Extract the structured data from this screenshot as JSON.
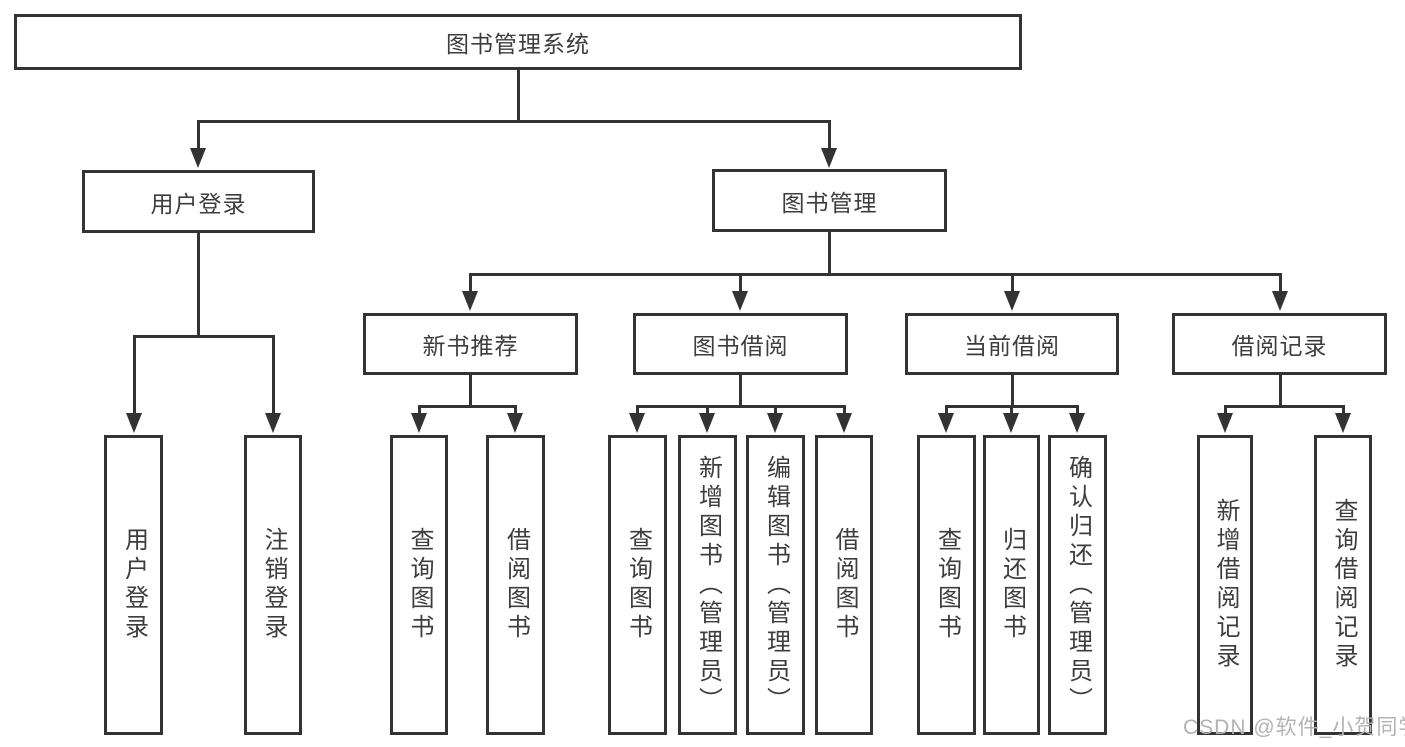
{
  "diagram": {
    "root": {
      "label": "图书管理系统"
    },
    "level2": [
      {
        "label": "用户登录"
      },
      {
        "label": "图书管理"
      }
    ],
    "level3": [
      {
        "label": "新书推荐"
      },
      {
        "label": "图书借阅"
      },
      {
        "label": "当前借阅"
      },
      {
        "label": "借阅记录"
      }
    ],
    "leaves": [
      {
        "label": "用户登录"
      },
      {
        "label": "注销登录"
      },
      {
        "label": "查询图书"
      },
      {
        "label": "借阅图书"
      },
      {
        "label": "查询图书"
      },
      {
        "label": "新增图书（管理员）"
      },
      {
        "label": "编辑图书（管理员）"
      },
      {
        "label": "借阅图书"
      },
      {
        "label": "查询图书"
      },
      {
        "label": "归还图书"
      },
      {
        "label": "确认归还（管理员）"
      },
      {
        "label": "新增借阅记录"
      },
      {
        "label": "查询借阅记录"
      }
    ]
  },
  "watermark": {
    "text": "CSDN @软件_小贺同学"
  },
  "colors": {
    "line": "#333333",
    "text": "#3d3d3d",
    "watermark": "#b3b3b3",
    "background": "#ffffff"
  }
}
